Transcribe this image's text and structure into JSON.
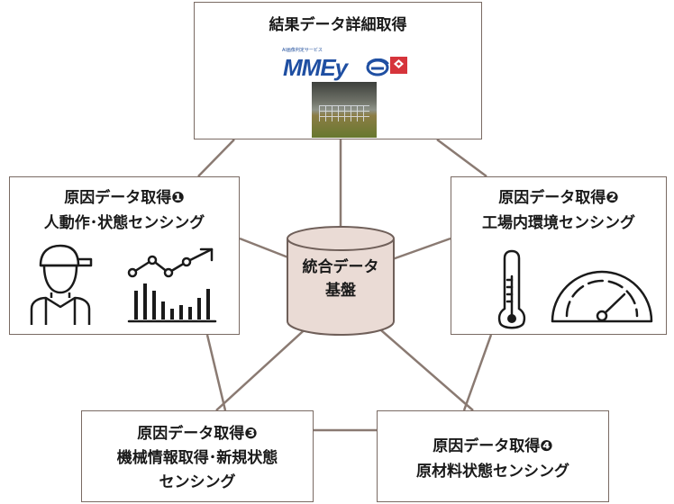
{
  "diagram": {
    "center": {
      "line1": "統合データ",
      "line2": "基盤"
    },
    "top": {
      "title": "結果データ詳細取得",
      "logo_caption": "AI画像判定サービス",
      "logo_text": "MMEy",
      "image": "inspection-photo"
    },
    "node1": {
      "title": "原因データ取得❶",
      "subtitle": "人動作･状態センシング",
      "icons": [
        "worker-icon",
        "trend-chart-icon"
      ]
    },
    "node2": {
      "title": "原因データ取得❷",
      "subtitle": "工場内環境センシング",
      "icons": [
        "thermometer-icon",
        "gauge-icon"
      ]
    },
    "node3": {
      "title": "原因データ取得❸",
      "subtitle": "機械情報取得･新規状態",
      "subtitle2": "センシング"
    },
    "node4": {
      "title": "原因データ取得❹",
      "subtitle": "原材料状態センシング"
    },
    "colors": {
      "border": "#7a6a63",
      "drum_fill": "#eadbd5",
      "logo_blue": "#1f4fa2",
      "logo_red": "#d6343b"
    }
  }
}
